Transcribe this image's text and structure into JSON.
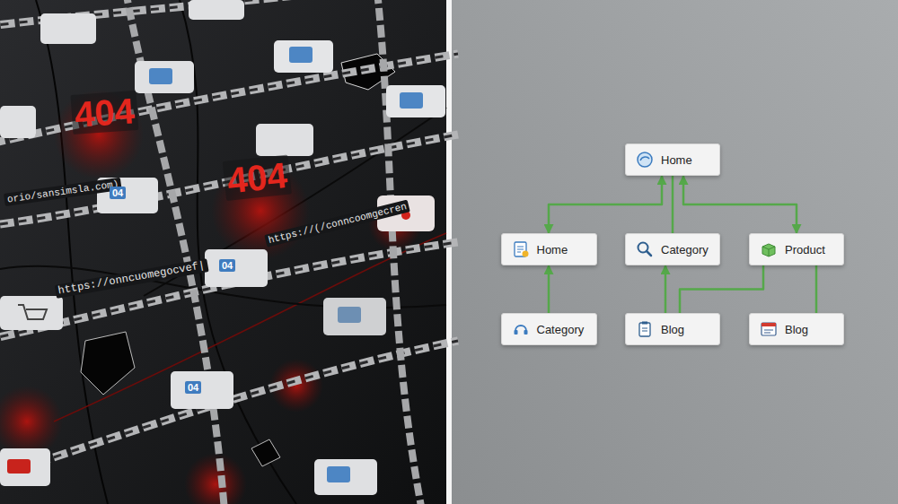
{
  "diagram": {
    "nodes": [
      {
        "text": [
          "Home"
        ]
      },
      {
        "text": [
          "Home"
        ]
      },
      {
        "text": [
          "Category"
        ]
      },
      {
        "text": [
          "Product"
        ]
      },
      {
        "text": [
          "Category"
        ]
      },
      {
        "text": [
          "Blog"
        ]
      },
      {
        "text": [
          "Blog"
        ]
      }
    ],
    "edges": [
      {
        "from": 0,
        "to": 1,
        "arrow": "both"
      },
      {
        "from": 0,
        "to": 2,
        "arrow": "none"
      },
      {
        "from": 0,
        "to": 3,
        "arrow": "both"
      },
      {
        "from": 4,
        "to": 1,
        "arrow": "to"
      },
      {
        "from": 5,
        "to": 2,
        "arrow": "to"
      },
      {
        "from": 3,
        "to": 5,
        "arrow": "none"
      },
      {
        "from": 3,
        "to": 6,
        "arrow": "none"
      }
    ],
    "labels": [
      "404",
      "404",
      "orio/sansimsla.com)",
      "https://onncuomegocvef|",
      "https://(/conncoomgecren",
      "04",
      "04",
      "04"
    ]
  }
}
